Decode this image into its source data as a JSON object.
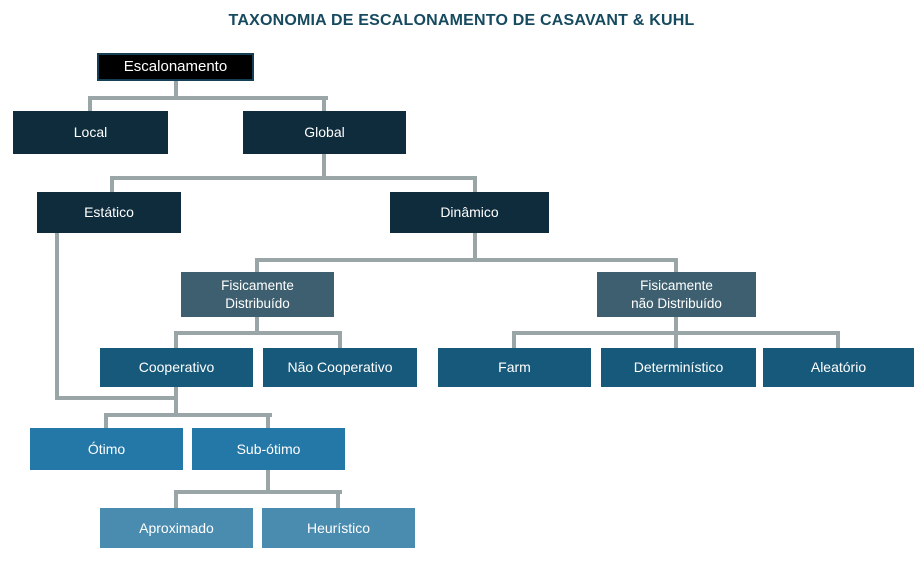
{
  "title": "TAXONOMIA DE ESCALONAMENTO DE CASAVANT & KUHL",
  "palette": {
    "background": "#ffffff",
    "title_text": "#164a5f",
    "node_text": "#ffffff",
    "root_bg": "#000000",
    "root_border": "#143f54",
    "level1_bg": "#0e2c3c",
    "level2_bg": "#3d5f6f",
    "level3_bg": "#17597a",
    "level4_bg": "#2478a8",
    "level5_bg": "#4a8cb0",
    "connector": "#9aa5a7"
  },
  "nodes": {
    "escalonamento": {
      "label": "Escalonamento"
    },
    "local": {
      "label": "Local"
    },
    "global": {
      "label": "Global"
    },
    "estatico": {
      "label": "Estático"
    },
    "dinamico": {
      "label": "Dinâmico"
    },
    "fisicamente_distribuido": {
      "label": "Fisicamente\nDistribuído"
    },
    "fisicamente_nao_distribuido": {
      "label": "Fisicamente\nnão Distribuído"
    },
    "cooperativo": {
      "label": "Cooperativo"
    },
    "nao_cooperativo": {
      "label": "Não Cooperativo"
    },
    "farm": {
      "label": "Farm"
    },
    "deterministico": {
      "label": "Determinístico"
    },
    "aleatorio": {
      "label": "Aleatório"
    },
    "otimo": {
      "label": "Ótimo"
    },
    "sub_otimo": {
      "label": "Sub-ótimo"
    },
    "aproximado": {
      "label": "Aproximado"
    },
    "heuristico": {
      "label": "Heurístico"
    }
  },
  "edges": [
    [
      "escalonamento",
      "local"
    ],
    [
      "escalonamento",
      "global"
    ],
    [
      "global",
      "estatico"
    ],
    [
      "global",
      "dinamico"
    ],
    [
      "dinamico",
      "fisicamente_distribuido"
    ],
    [
      "dinamico",
      "fisicamente_nao_distribuido"
    ],
    [
      "fisicamente_distribuido",
      "cooperativo"
    ],
    [
      "fisicamente_distribuido",
      "nao_cooperativo"
    ],
    [
      "fisicamente_nao_distribuido",
      "farm"
    ],
    [
      "fisicamente_nao_distribuido",
      "deterministico"
    ],
    [
      "fisicamente_nao_distribuido",
      "aleatorio"
    ],
    [
      "estatico",
      "otimo"
    ],
    [
      "estatico",
      "sub_otimo"
    ],
    [
      "cooperativo",
      "otimo"
    ],
    [
      "cooperativo",
      "sub_otimo"
    ],
    [
      "sub_otimo",
      "aproximado"
    ],
    [
      "sub_otimo",
      "heuristico"
    ]
  ]
}
